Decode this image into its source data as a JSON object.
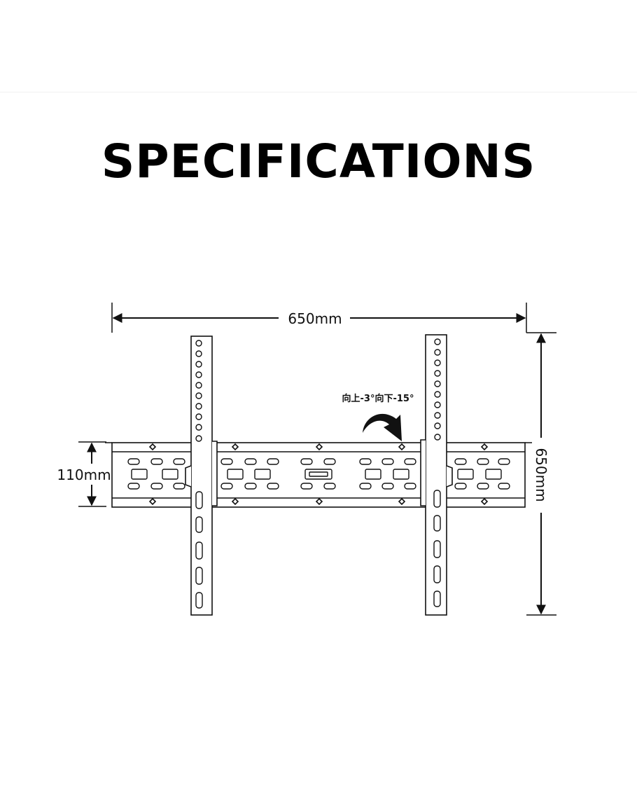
{
  "title": "SPECIFICATIONS",
  "dimensions": {
    "width_label": "650mm",
    "height_label": "650mm",
    "rail_height_label": "110mm"
  },
  "tilt_label": "向上-3°向下-15°",
  "colors": {
    "line": "#111111",
    "background": "#ffffff"
  }
}
